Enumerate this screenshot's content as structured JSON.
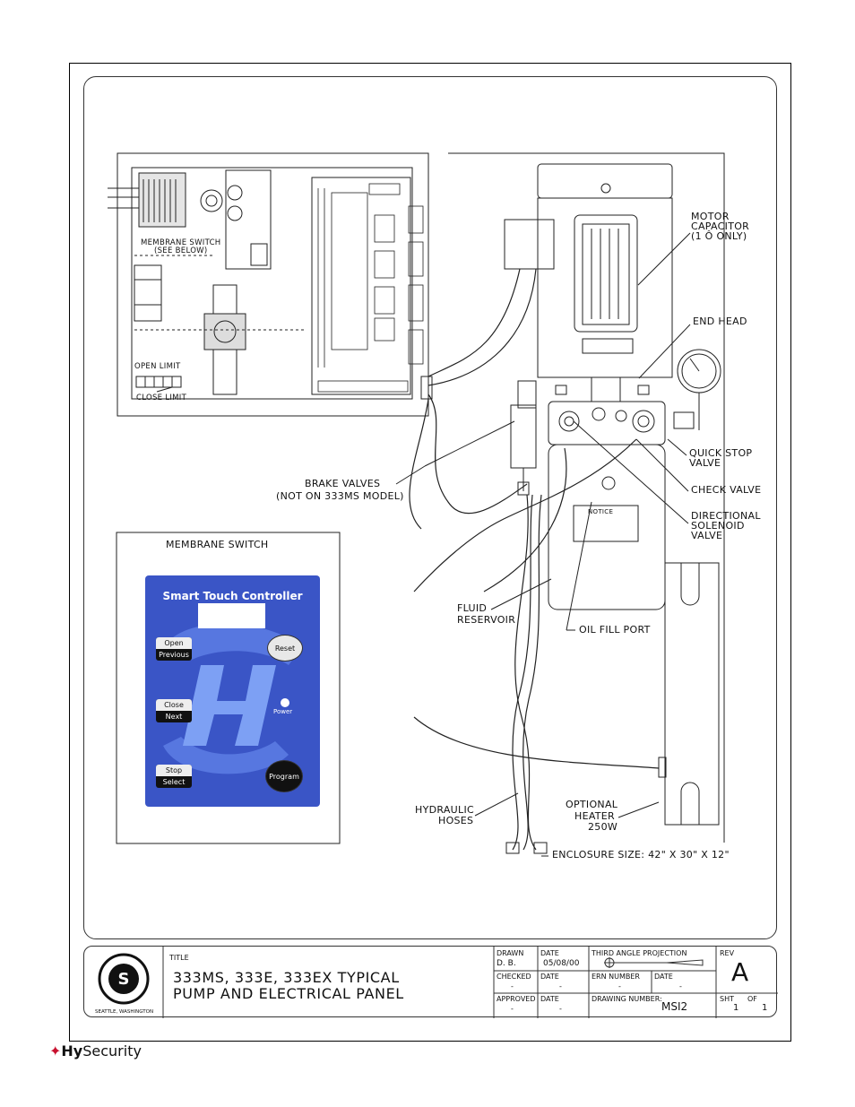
{
  "labels": {
    "membrane_switch_see_below_1": "MEMBRANE SWITCH",
    "membrane_switch_see_below_2": "(SEE BELOW)",
    "open_limit": "OPEN LIMIT",
    "close_limit": "CLOSE LIMIT",
    "motor_capacitor_1": "MOTOR",
    "motor_capacitor_2": "CAPACITOR",
    "motor_capacitor_3": "(1 Ô ONLY)",
    "end_head": "END HEAD",
    "quick_stop_1": "QUICK STOP",
    "quick_stop_2": "VALVE",
    "check_valve": "CHECK VALVE",
    "directional_1": "DIRECTIONAL",
    "directional_2": "SOLENOID",
    "directional_3": "VALVE",
    "brake_valves_1": "BRAKE VALVES",
    "brake_valves_2": "(NOT ON 333MS MODEL)",
    "notice": "NOTICE",
    "fluid_reservoir_1": "FLUID",
    "fluid_reservoir_2": "RESERVOIR",
    "oil_fill_port": "OIL FILL PORT",
    "membrane_switch": "MEMBRANE SWITCH",
    "hydraulic_hoses_1": "HYDRAULIC",
    "hydraulic_hoses_2": "HOSES",
    "optional_heater_1": "OPTIONAL",
    "optional_heater_2": "HEATER",
    "optional_heater_3": "250W",
    "enclosure_size": "ENCLOSURE SIZE: 42\" X 30\" X 12\""
  },
  "membrane_panel": {
    "title": "Smart Touch Controller",
    "open": "Open",
    "previous": "Previous",
    "close": "Close",
    "next": "Next",
    "stop": "Stop",
    "select": "Select",
    "reset": "Reset",
    "program": "Program",
    "power": "Power"
  },
  "title_block": {
    "company_city": "SEATTLE, WASHINGTON",
    "title_label": "TITLE",
    "title_line1": "333MS, 333E, 333EX TYPICAL",
    "title_line2": "PUMP AND ELECTRICAL PANEL",
    "drawn_label": "DRAWN",
    "drawn_value": "D. B.",
    "date_label": "DATE",
    "drawn_date": "05/08/00",
    "checked_label": "CHECKED",
    "checked_value": "-",
    "checked_date": "-",
    "approved_label": "APPROVED",
    "approved_value": "-",
    "approved_date": "-",
    "projection_label": "THIRD ANGLE PROJECTION",
    "ern_label": "ERN NUMBER",
    "ern_value": "-",
    "ern_date": "-",
    "drawing_number_label": "DRAWING NUMBER:",
    "drawing_number": "MSI2",
    "rev_label": "REV",
    "rev_value": "A",
    "sht_label": "SHT",
    "sht_value": "1",
    "of_label": "OF",
    "of_value": "1"
  },
  "footer": {
    "logo_hy": "Hy",
    "logo_security": "Security"
  }
}
